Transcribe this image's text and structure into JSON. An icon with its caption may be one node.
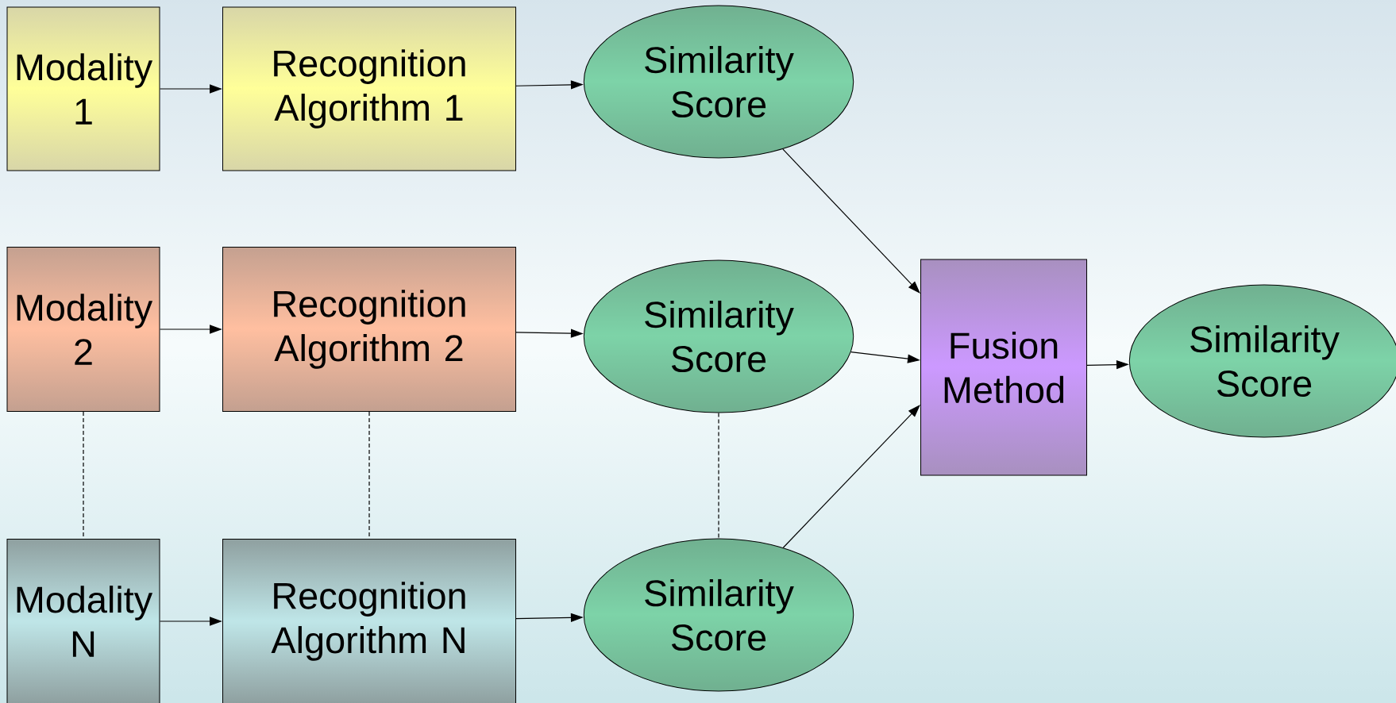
{
  "diagram": {
    "nodes": [
      {
        "text": [
          "Modality 1"
        ]
      },
      {
        "text": [
          "Recognition Algorithm 1"
        ]
      },
      {
        "text": [
          "Similarity Score"
        ]
      },
      {
        "text": [
          "Modality 2"
        ]
      },
      {
        "text": [
          "Recognition Algorithm 2"
        ]
      },
      {
        "text": [
          "Similarity Score"
        ]
      },
      {
        "text": [
          "Modality N"
        ]
      },
      {
        "text": [
          "Recognition Algorithm N"
        ]
      },
      {
        "text": [
          "Similarity Score"
        ]
      },
      {
        "text": [
          "Fusion Method"
        ]
      },
      {
        "text": [
          "Similarity Score"
        ]
      }
    ],
    "edges": [
      {
        "from": 0,
        "to": 1,
        "arrow": "to"
      },
      {
        "from": 1,
        "to": 2,
        "arrow": "to"
      },
      {
        "from": 3,
        "to": 4,
        "arrow": "to"
      },
      {
        "from": 4,
        "to": 5,
        "arrow": "to"
      },
      {
        "from": 6,
        "to": 7,
        "arrow": "to"
      },
      {
        "from": 7,
        "to": 8,
        "arrow": "to"
      },
      {
        "from": 3,
        "to": 6,
        "arrow": "none",
        "style": "dashed"
      },
      {
        "from": 4,
        "to": 7,
        "arrow": "none",
        "style": "dashed"
      },
      {
        "from": 5,
        "to": 8,
        "arrow": "none",
        "style": "dashed"
      },
      {
        "from": 2,
        "to": 9,
        "arrow": "to"
      },
      {
        "from": 5,
        "to": 9,
        "arrow": "to"
      },
      {
        "from": 8,
        "to": 9,
        "arrow": "to"
      },
      {
        "from": 9,
        "to": 10,
        "arrow": "to"
      }
    ]
  }
}
